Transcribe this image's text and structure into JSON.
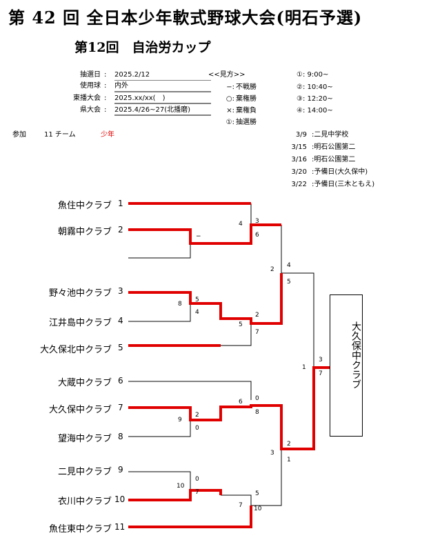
{
  "header": {
    "title": "第 42 回 全日本少年軟式野球大会(明石予選)",
    "subtitle": "第12回　自治労カップ"
  },
  "info": {
    "rows": [
      {
        "label": "抽選日",
        "sep": ":",
        "value": "2025.2/12"
      },
      {
        "label": "使用球",
        "sep": ":",
        "value": "内外"
      },
      {
        "label": "東播大会",
        "sep": ":",
        "value": "2025.xx/xx(　)"
      },
      {
        "label": "県大会",
        "sep": ":",
        "value": "2025.4/26~27(北播磨)"
      }
    ],
    "legend_title": "<<見方>>",
    "legend": [
      {
        "mark": "−:",
        "text": "不戦勝"
      },
      {
        "mark": "○:",
        "text": "棄権勝"
      },
      {
        "mark": "×:",
        "text": "棄権負"
      },
      {
        "mark": "①:",
        "text": "抽選勝"
      }
    ],
    "times": [
      "①: 9:00~",
      "②: 10:40~",
      "③: 12:20~",
      "④: 14:00~"
    ]
  },
  "participation": {
    "label": "参加",
    "count": "11 チーム",
    "category": "少年"
  },
  "schedule": [
    {
      "date": "3/9",
      "place": ":二見中学校"
    },
    {
      "date": "3/15",
      "place": ":明石公園第二"
    },
    {
      "date": "3/16",
      "place": ":明石公園第二"
    },
    {
      "date": "3/20",
      "place": ":予備日(大久保中)"
    },
    {
      "date": "3/22",
      "place": ":予備日(三木ともえ)"
    }
  ],
  "teams": [
    {
      "name": "魚住中クラブ",
      "num": "1"
    },
    {
      "name": "朝霧中クラブ",
      "num": "2"
    },
    {
      "name": "野々池中クラブ",
      "num": "3"
    },
    {
      "name": "江井島中クラブ",
      "num": "4"
    },
    {
      "name": "大久保北中クラブ",
      "num": "5"
    },
    {
      "name": "大蔵中クラブ",
      "num": "6"
    },
    {
      "name": "大久保中クラブ",
      "num": "7"
    },
    {
      "name": "望海中クラブ",
      "num": "8"
    },
    {
      "name": "二見中クラブ",
      "num": "9"
    },
    {
      "name": "衣川中クラブ",
      "num": "10"
    },
    {
      "name": "魚住東中クラブ",
      "num": "11"
    }
  ],
  "matches": {
    "m8": {
      "no": "8",
      "top": "5",
      "bottom": "4"
    },
    "m9": {
      "no": "9",
      "top": "2",
      "bottom": "0"
    },
    "m10": {
      "no": "10",
      "top": "0",
      "bottom": "7"
    },
    "m4": {
      "no": "4",
      "top": "3",
      "bottom": "6",
      "bye_mark": "−"
    },
    "m5": {
      "no": "5",
      "top": "2",
      "bottom": "7"
    },
    "m6": {
      "no": "6",
      "top": "0",
      "bottom": "8"
    },
    "m7": {
      "no": "7",
      "top": "5",
      "bottom": "10"
    },
    "m2": {
      "no": "2",
      "top": "4",
      "bottom": "5"
    },
    "m3": {
      "no": "3",
      "top": "2",
      "bottom": "1"
    },
    "m1": {
      "no": "1",
      "top": "3",
      "bottom": "7"
    }
  },
  "champion": {
    "name": "大久保中クラブ"
  },
  "colors": {
    "win_line": "#e00000",
    "line": "#000000"
  }
}
